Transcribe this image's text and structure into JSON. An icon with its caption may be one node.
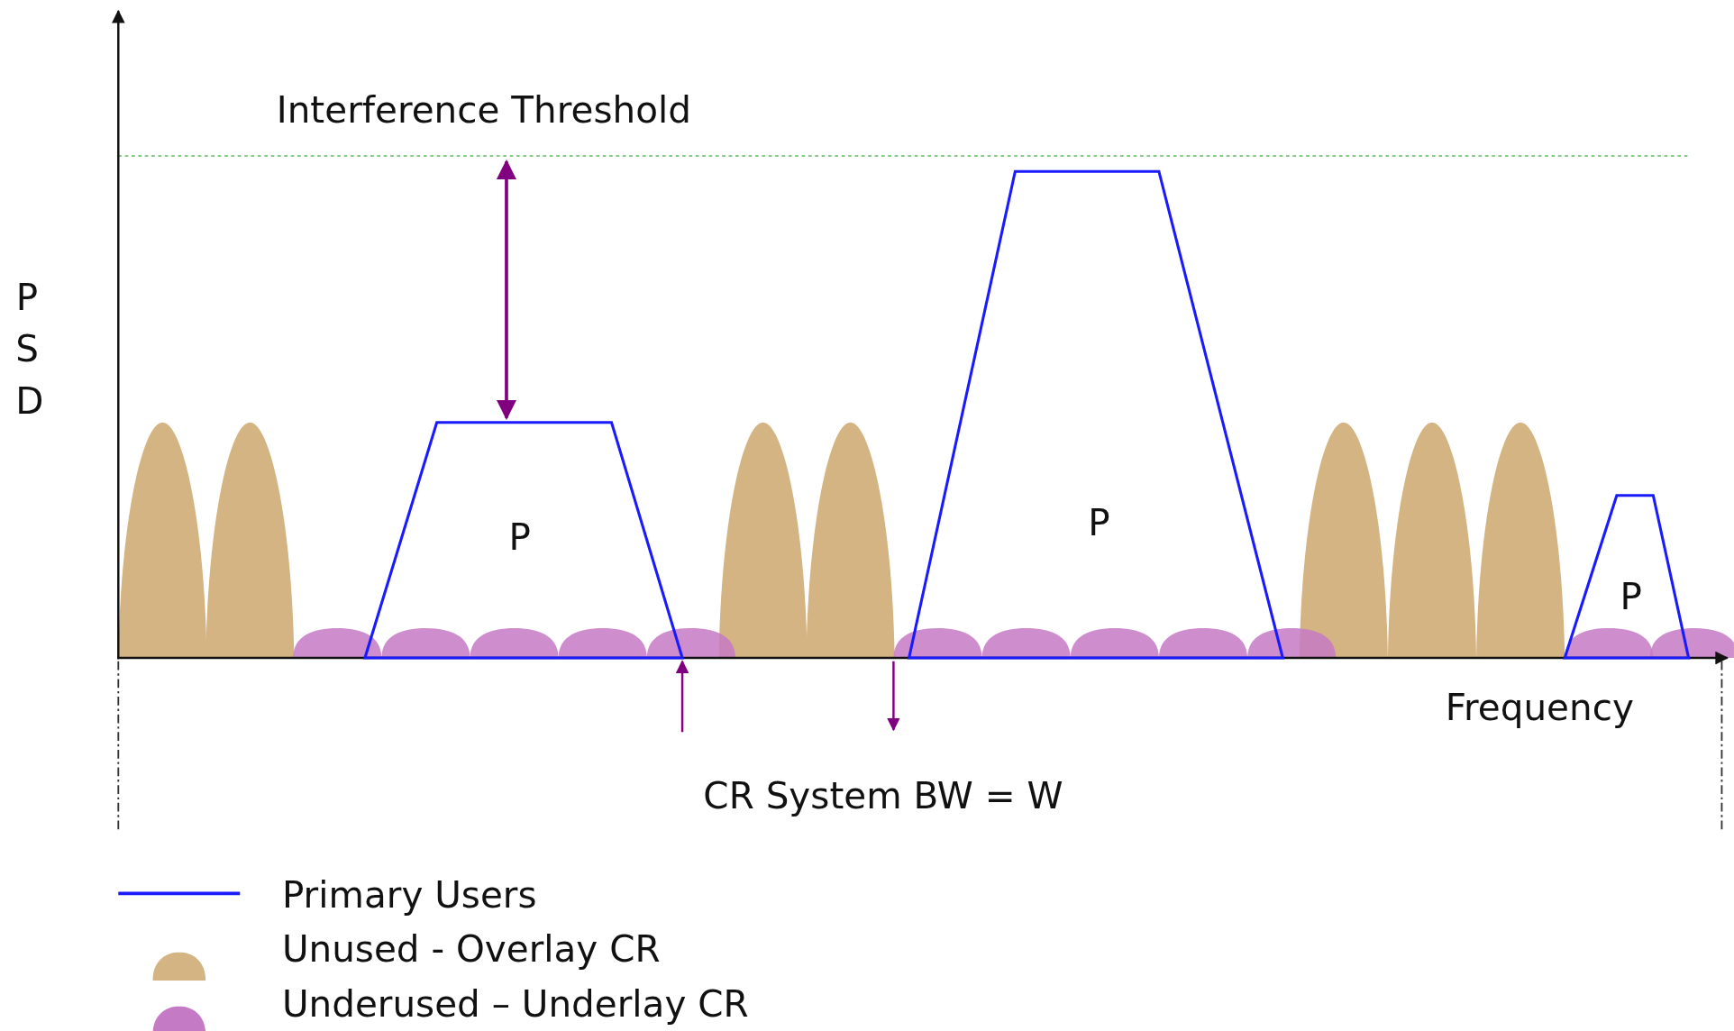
{
  "diagram": {
    "nodes": [
      {
        "text": [
          "P"
        ]
      },
      {
        "text": [
          "P"
        ]
      },
      {
        "text": [
          "P"
        ]
      }
    ],
    "labels": [
      "Interference Threshold",
      "PSD",
      "Frequency",
      "CR System BW = W"
    ],
    "legend": [
      {
        "text": "Primary Users"
      },
      {
        "text": "Unused - Overlay CR",
        "color": "#d4b483"
      },
      {
        "text": "Underused – Underlay CR",
        "color": "#c57ac5"
      }
    ]
  }
}
